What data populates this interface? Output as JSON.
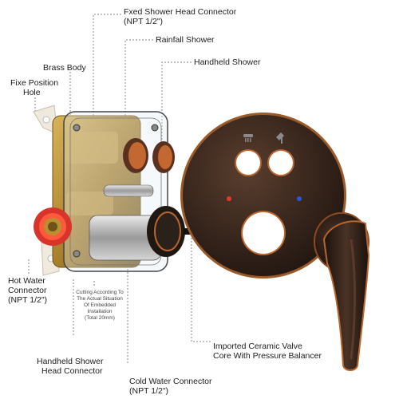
{
  "labels": {
    "fixed_head_connector": {
      "line1": "Fxed Shower Head Connector",
      "line2": "(NPT 1/2\")"
    },
    "rainfall_shower": "Rainfall Shower",
    "handheld_shower": "Handheld Shower",
    "brass_body": "Brass Body",
    "fixe_position_hole": {
      "line1": "Fixe Position",
      "line2": "Hole"
    },
    "hot_water_connector": {
      "line1": "Hot Water",
      "line2": "Connector",
      "line3": "(NPT 1/2\")"
    },
    "cutting_note": {
      "line1": "Cutting According To",
      "line2": "The Actual Situation",
      "line3": "Of Embedded",
      "line4": "Installation",
      "line5": "(Total 20mm)"
    },
    "ceramic_valve": {
      "line1": "Imported Ceramic Valve",
      "line2": "Core With Pressure Balancer"
    },
    "handheld_head_connector": {
      "line1": "Handheld Shower",
      "line2": "Head Connector"
    },
    "cold_water_connector": {
      "line1": "Cold Water Connector",
      "line2": "(NPT 1/2\")"
    }
  },
  "colors": {
    "bronze_dark": "#2a1d16",
    "bronze_mid": "#4a3226",
    "copper_edge": "#b8652e",
    "brass": "#b8902f",
    "hot_red": "#e23a2a",
    "cold_blue": "#2a55e0",
    "leader_line": "#666666"
  }
}
